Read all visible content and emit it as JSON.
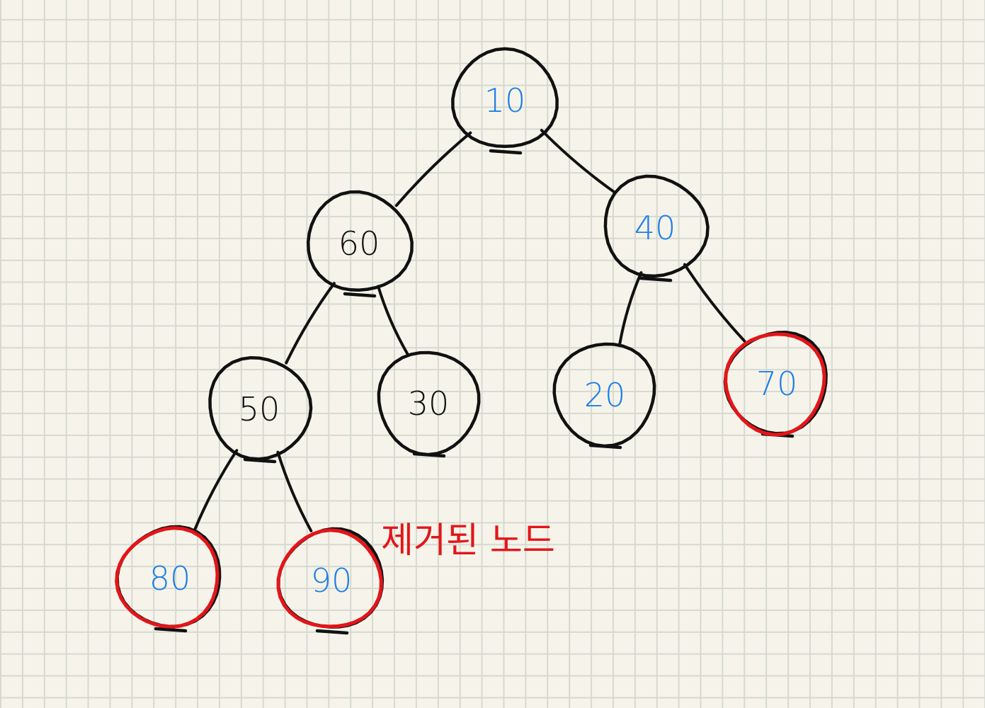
{
  "colors": {
    "background": "#f6f4ea",
    "grid": "#d6d9d0",
    "ink": "#111111",
    "highlight": "#e3151a"
  },
  "tree": {
    "nodes": [
      {
        "id": "n10",
        "label": "10",
        "color": "#1f7fe6",
        "removed": false
      },
      {
        "id": "n60",
        "label": "60",
        "color": "#111111",
        "removed": false
      },
      {
        "id": "n40",
        "label": "40",
        "color": "#1f7fe6",
        "removed": false
      },
      {
        "id": "n50",
        "label": "50",
        "color": "#111111",
        "removed": false
      },
      {
        "id": "n30",
        "label": "30",
        "color": "#111111",
        "removed": false
      },
      {
        "id": "n20",
        "label": "20",
        "color": "#1f7fe6",
        "removed": false
      },
      {
        "id": "n70",
        "label": "70",
        "color": "#1f7fe6",
        "removed": true
      },
      {
        "id": "n80",
        "label": "80",
        "color": "#1f7fe6",
        "removed": true
      },
      {
        "id": "n90",
        "label": "90",
        "color": "#1f7fe6",
        "removed": true
      }
    ],
    "edges": [
      {
        "from": "n10",
        "to": "n60"
      },
      {
        "from": "n10",
        "to": "n40"
      },
      {
        "from": "n60",
        "to": "n50"
      },
      {
        "from": "n60",
        "to": "n30"
      },
      {
        "from": "n40",
        "to": "n20"
      },
      {
        "from": "n40",
        "to": "n70"
      },
      {
        "from": "n50",
        "to": "n80"
      },
      {
        "from": "n50",
        "to": "n90"
      }
    ]
  },
  "annotation": {
    "text": "제거된 노드",
    "color": "#e3151a"
  }
}
